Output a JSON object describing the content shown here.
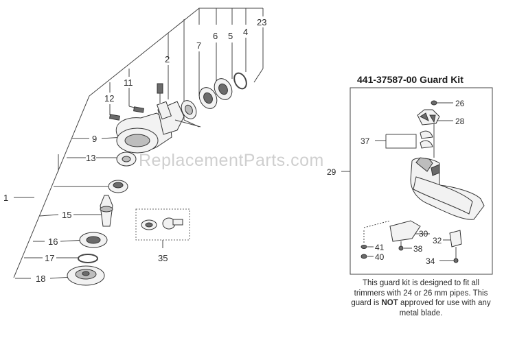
{
  "watermark": "ReplacementParts.com",
  "guard_kit": {
    "title": "441-37587-00 Guard Kit",
    "note_parts": [
      "This guard kit is designed to fit all trimmers with 24 or 26 mm pipes. This guard is ",
      "NOT",
      " approved for use with any metal blade."
    ]
  },
  "callouts": {
    "c1": "1",
    "c2": "2",
    "c4": "4",
    "c5": "5",
    "c6": "6",
    "c7": "7",
    "c9": "9",
    "c11": "11",
    "c12": "12",
    "c13": "13",
    "c15": "15",
    "c16": "16",
    "c17": "17",
    "c18": "18",
    "c23": "23",
    "c26": "26",
    "c28": "28",
    "c29": "29",
    "c30": "30",
    "c32": "32",
    "c34": "34",
    "c35": "35",
    "c37": "37",
    "c38": "38",
    "c40": "40",
    "c41": "41"
  }
}
